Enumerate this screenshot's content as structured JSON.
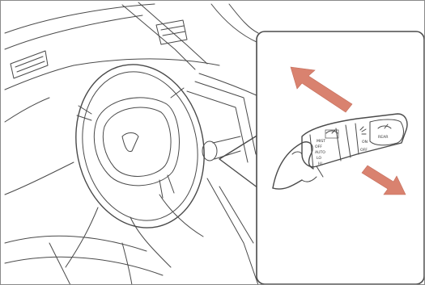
{
  "figure": {
    "accent_arrow_color": "#d9826f",
    "line_color": "#4a4a4a"
  },
  "switch_labels": {
    "mist": "MIST",
    "off": "OFF",
    "auto": "AUTO",
    "lo": "LO",
    "hi": "HI",
    "on": "ON",
    "off2": "OFF",
    "rear": "REAR"
  },
  "icons": {
    "front_wiper": "front-wiper-icon",
    "rear_wiper": "rear-wiper-icon",
    "arrow_up": "arrow-up-icon",
    "arrow_down": "arrow-down-icon"
  }
}
